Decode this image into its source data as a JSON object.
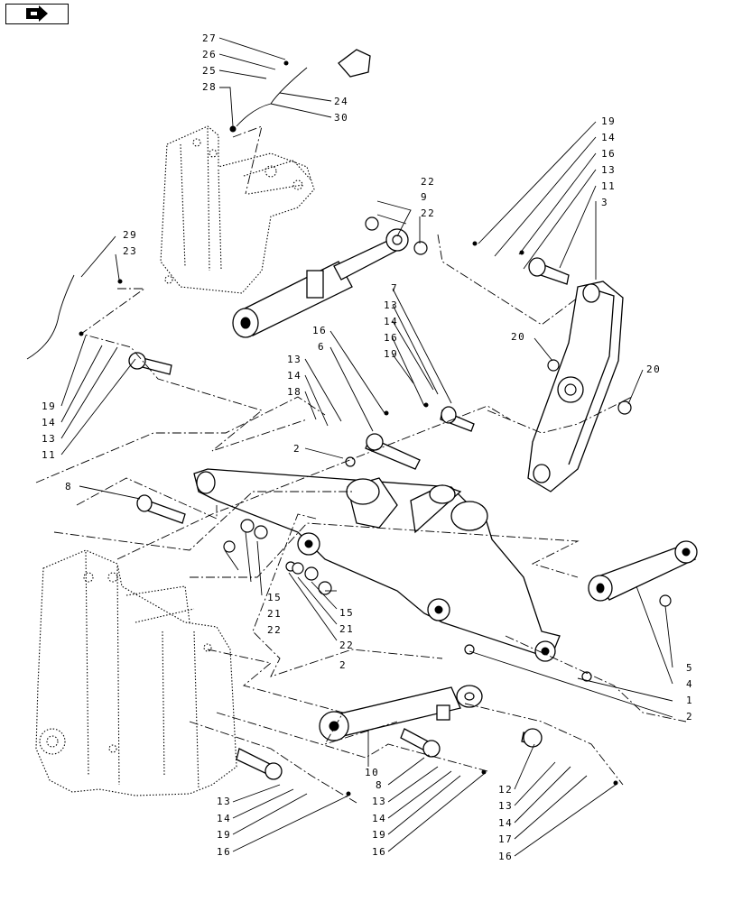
{
  "nav_icon": "arrow-right-icon",
  "callouts": [
    "27",
    "26",
    "25",
    "28",
    "24",
    "30",
    "29",
    "23",
    "19",
    "14",
    "13",
    "11",
    "8",
    "22",
    "9",
    "3",
    "16",
    "20",
    "7",
    "6",
    "18",
    "2",
    "15",
    "21",
    "5",
    "4",
    "1",
    "10",
    "12",
    "17"
  ]
}
